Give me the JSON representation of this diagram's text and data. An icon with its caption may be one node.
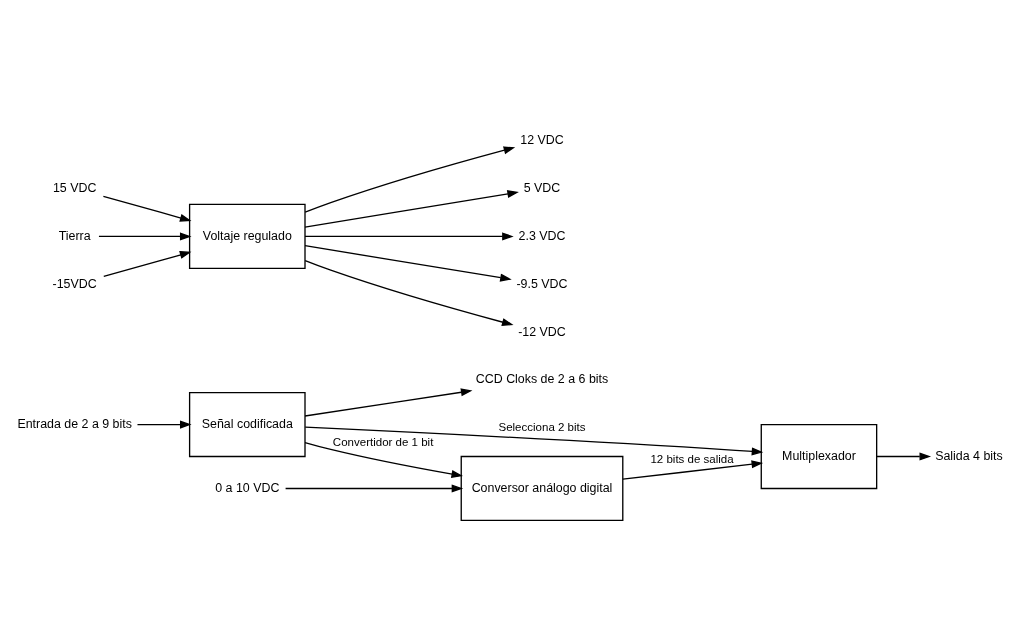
{
  "diagram": {
    "nodes": [
      {
        "text": [
          "Multiplexador"
        ]
      },
      {
        "text": [
          "Conversor análogo digital"
        ]
      },
      {
        "text": [
          "Señal codificada"
        ]
      },
      {
        "text": [
          "Voltaje regulado"
        ]
      },
      {
        "text": [
          "Salida 4 bits"
        ]
      },
      {
        "text": [
          "0 a 10 VDC"
        ]
      },
      {
        "text": [
          "Entrada de 2 a 9 bits"
        ]
      },
      {
        "text": [
          "CCD Cloks de 2 a 6 bits"
        ]
      },
      {
        "text": [
          "15 VDC"
        ]
      },
      {
        "text": [
          "Tierra"
        ]
      },
      {
        "text": [
          "-15VDC"
        ]
      },
      {
        "text": [
          "12 VDC"
        ]
      },
      {
        "text": [
          "5 VDC"
        ]
      },
      {
        "text": [
          "2.3 VDC"
        ]
      },
      {
        "text": [
          "-9.5 VDC"
        ]
      },
      {
        "text": [
          "-12 VDC"
        ]
      }
    ],
    "edges": [
      {
        "from": 1,
        "to": 0,
        "arrow": "to",
        "label": "12 bits de salida"
      },
      {
        "from": 0,
        "to": 4,
        "arrow": "to"
      },
      {
        "from": 5,
        "to": 1,
        "arrow": "to"
      },
      {
        "from": 2,
        "to": 0,
        "arrow": "to",
        "label": "Selecciona 2 bits"
      },
      {
        "from": 2,
        "to": 1,
        "arrow": "to",
        "label": "Convertidor de 1 bit"
      },
      {
        "from": 6,
        "to": 2,
        "arrow": "to"
      },
      {
        "from": 2,
        "to": 7,
        "arrow": "to"
      },
      {
        "from": 8,
        "to": 3,
        "arrow": "to"
      },
      {
        "from": 9,
        "to": 3,
        "arrow": "to"
      },
      {
        "from": 10,
        "to": 3,
        "arrow": "to"
      },
      {
        "from": 3,
        "to": 11,
        "arrow": "to"
      },
      {
        "from": 3,
        "to": 12,
        "arrow": "to"
      },
      {
        "from": 3,
        "to": 13,
        "arrow": "to"
      },
      {
        "from": 3,
        "to": 14,
        "arrow": "to"
      },
      {
        "from": 3,
        "to": 15,
        "arrow": "to"
      }
    ]
  }
}
